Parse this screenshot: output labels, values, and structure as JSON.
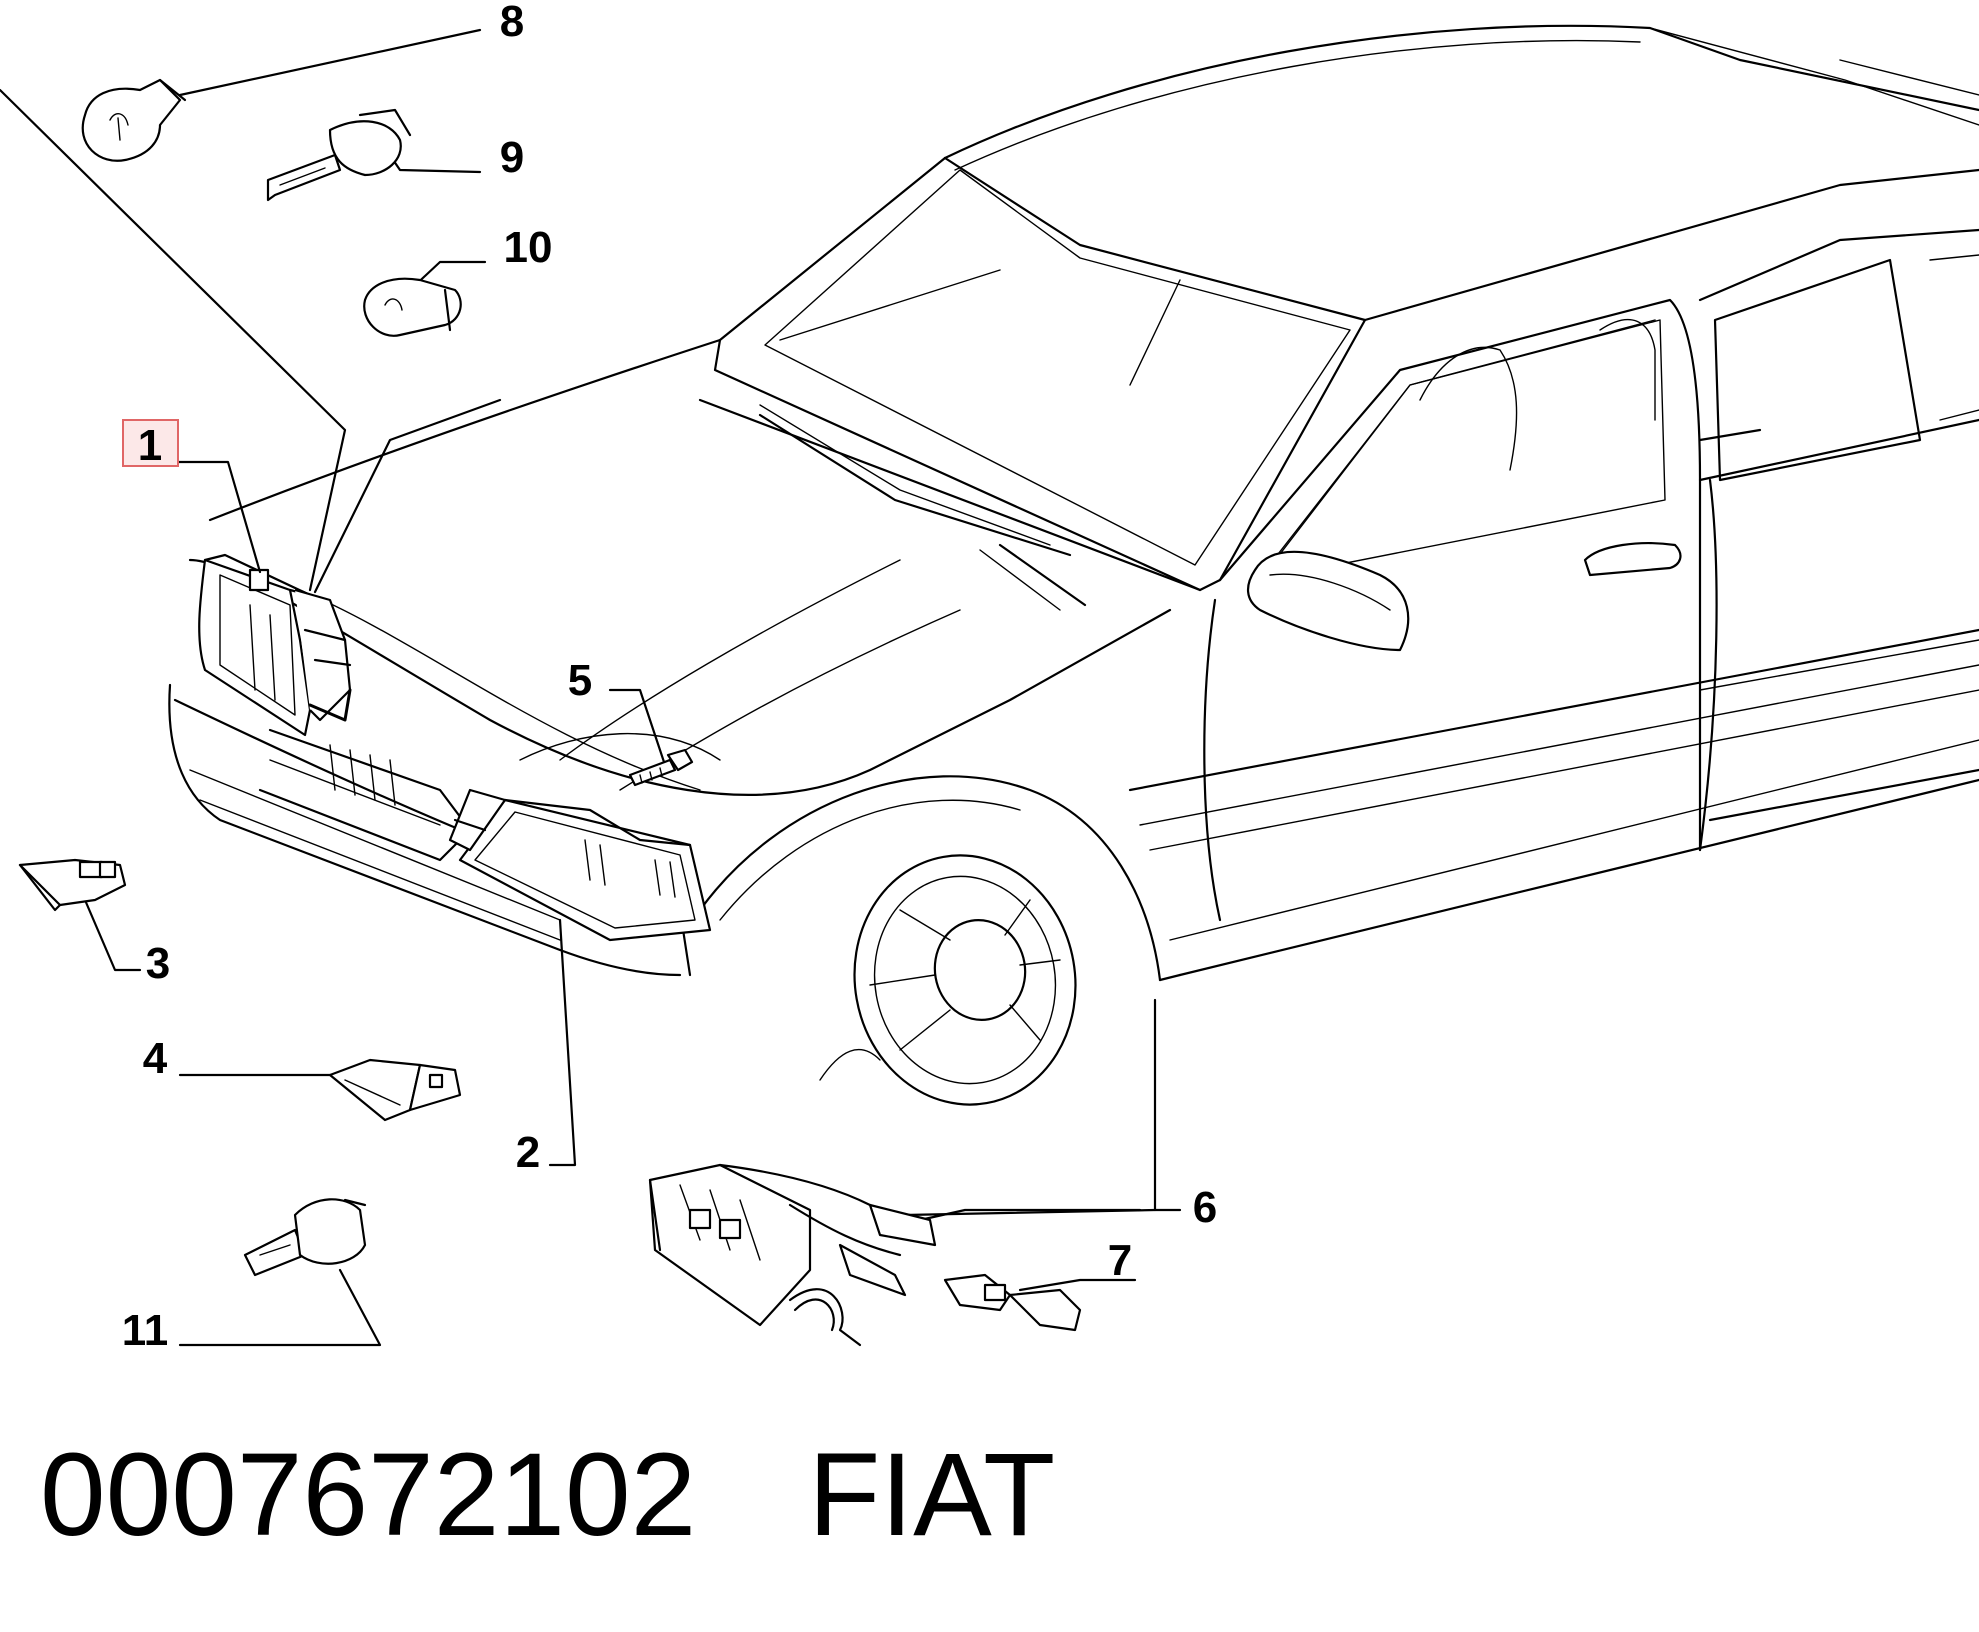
{
  "callouts": {
    "c1": "1",
    "c2": "2",
    "c3": "3",
    "c4": "4",
    "c5": "5",
    "c6": "6",
    "c7": "7",
    "c8": "8",
    "c9": "9",
    "c10": "10",
    "c11": "11"
  },
  "highlighted_callout": "1",
  "highlight_color": "#e06666",
  "caption": {
    "part_number": "0007672102",
    "brand": "FIAT"
  }
}
